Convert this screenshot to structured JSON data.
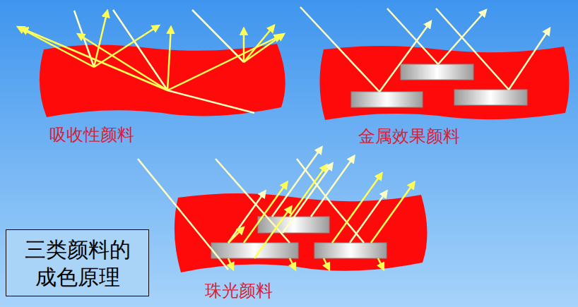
{
  "diagram": {
    "nodes": [
      {
        "text": [
          "三类颜料的 成色原理"
        ]
      }
    ],
    "labels": [
      "吸收性颜料",
      "金属效果颜料",
      "珠光颜料"
    ]
  }
}
